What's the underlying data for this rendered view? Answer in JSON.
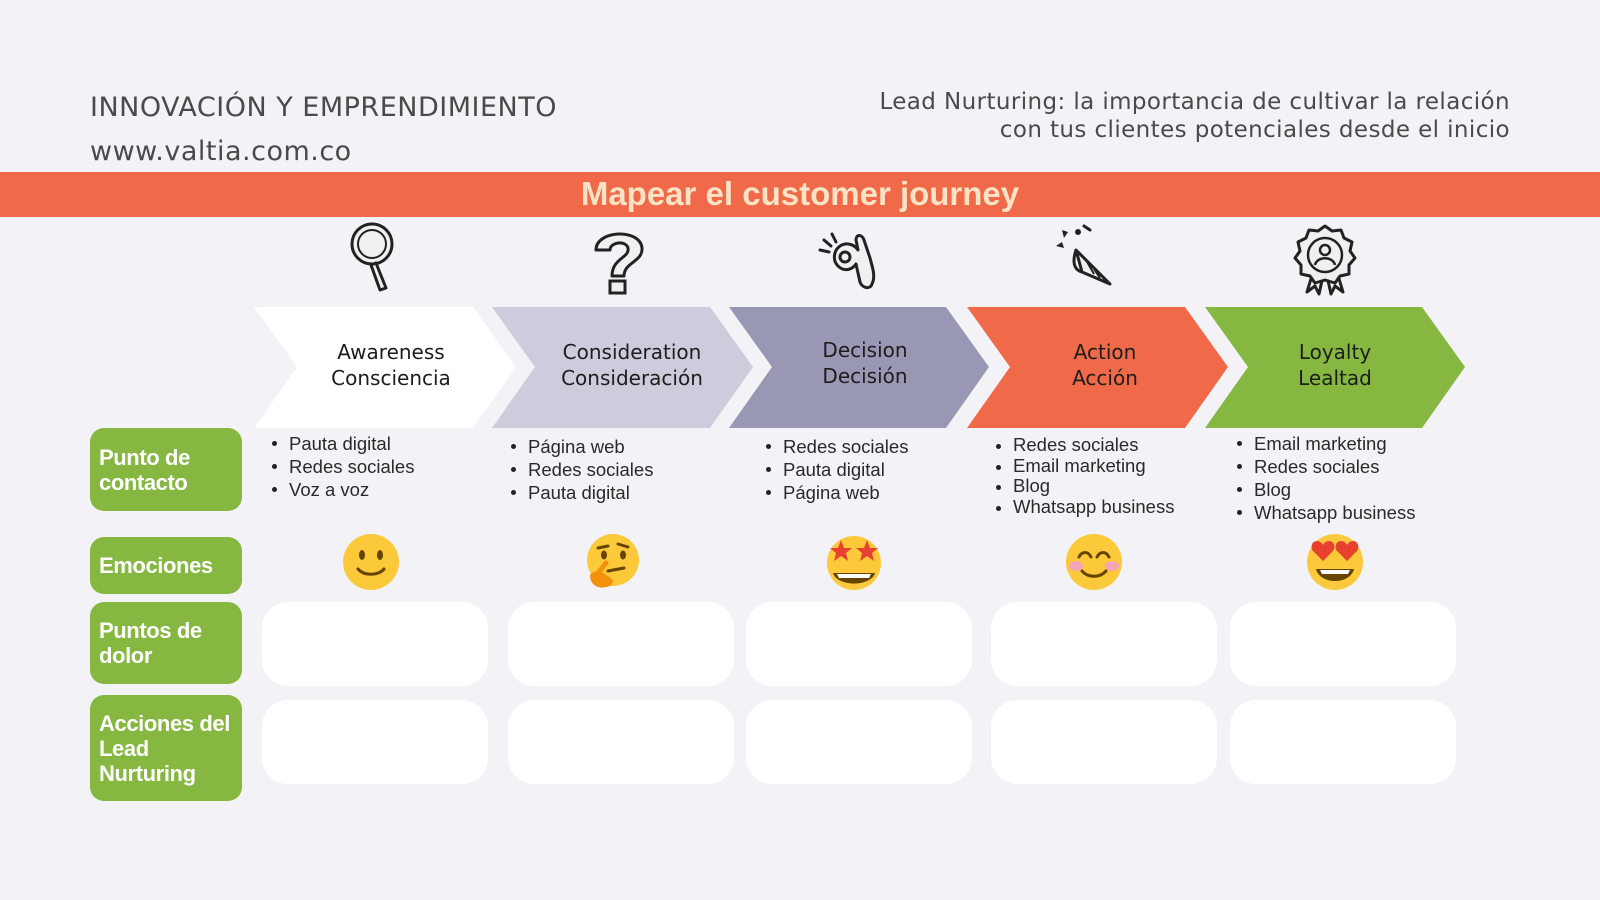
{
  "header": {
    "brand": "INNOVACIÓN Y EMPRENDIMIENTO",
    "website": "www.valtia.com.co",
    "subtitle_line1": "Lead Nurturing: la importancia de cultivar la relación",
    "subtitle_line2": "con tus clientes potenciales desde el inicio"
  },
  "banner": {
    "title": "Mapear el customer journey"
  },
  "colors": {
    "accent_orange": "#f06a4a",
    "accent_green": "#86b741",
    "stage_awareness": "#ffffff",
    "stage_consideration": "#cdcbdc",
    "stage_decision": "#9898b4",
    "stage_action": "#f06a4a",
    "stage_loyalty": "#86b741"
  },
  "stages": [
    {
      "line1": "Awareness",
      "line2": "Consciencia",
      "icon": "magnifying-glass-icon",
      "touchpoints": [
        "Pauta digital",
        "Redes sociales",
        "Voz a voz"
      ],
      "emotion": "slightly-smiling-face-emoji"
    },
    {
      "line1": "Consideration",
      "line2": "Consideración",
      "icon": "question-mark-icon",
      "touchpoints": [
        "Página web",
        "Redes sociales",
        "Pauta digital"
      ],
      "emotion": "thinking-face-emoji"
    },
    {
      "line1": "Decision",
      "line2": "Decisión",
      "icon": "ok-hand-icon",
      "touchpoints": [
        "Redes sociales",
        "Pauta digital",
        "Página web"
      ],
      "emotion": "star-struck-emoji"
    },
    {
      "line1": "Action",
      "line2": "Acción",
      "icon": "party-popper-icon",
      "touchpoints": [
        "Redes sociales",
        "Email marketing",
        "Blog",
        "Whatsapp business"
      ],
      "emotion": "smiling-face-with-smiling-eyes-emoji"
    },
    {
      "line1": "Loyalty",
      "line2": "Lealtad",
      "icon": "user-award-badge-icon",
      "touchpoints": [
        "Email marketing",
        "Redes sociales",
        "Blog",
        "Whatsapp business"
      ],
      "emotion": "heart-eyes-emoji"
    }
  ],
  "rows": {
    "touchpoints": "Punto de contacto",
    "emotions": "Emociones",
    "pain_points": "Puntos de dolor",
    "nurturing_actions": "Acciones del Lead Nurturing"
  }
}
